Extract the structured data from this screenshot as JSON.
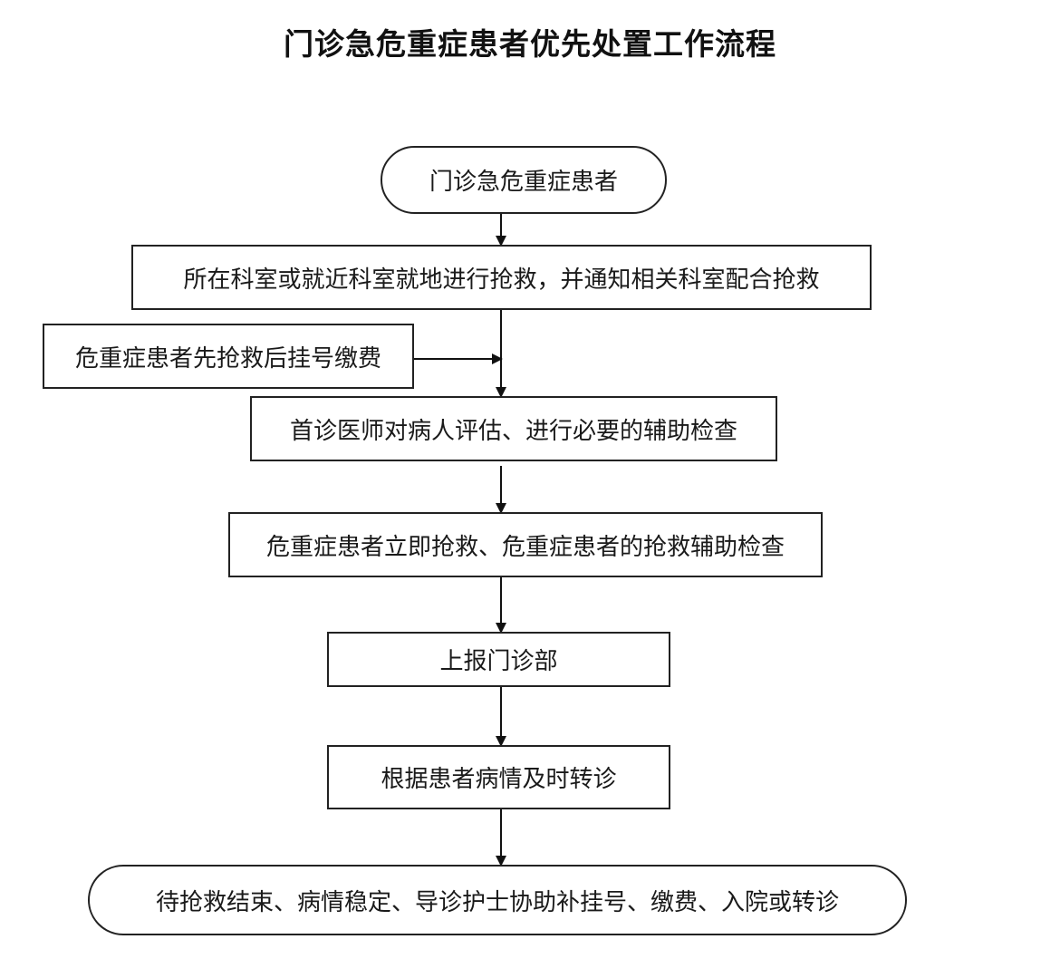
{
  "title": "门诊急危重症患者优先处置工作流程",
  "nodes": {
    "start": "门诊急危重症患者",
    "rescue": "所在科室或就近科室就地进行抢救，并通知相关科室配合抢救",
    "side_note": "危重症患者先抢救后挂号缴费",
    "assess": "首诊医师对病人评估、进行必要的辅助检查",
    "immediate": "危重症患者立即抢救、危重症患者的抢救辅助检查",
    "report": "上报门诊部",
    "transfer": "根据患者病情及时转诊",
    "end": "待抢救结束、病情稳定、导诊护士协助补挂号、缴费、入院或转诊"
  }
}
